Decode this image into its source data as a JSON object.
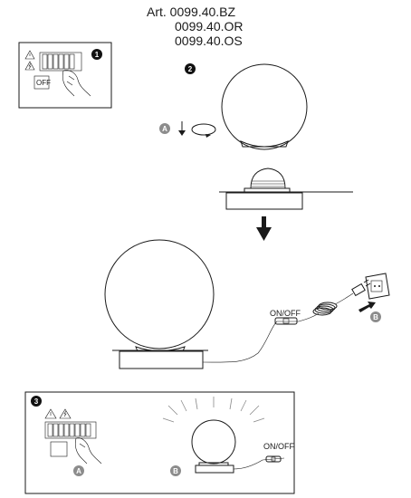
{
  "article": {
    "line1": "Art. 0099.40.BZ",
    "line2": "0099.40.OR",
    "line3": "0099.40.OS"
  },
  "steps": {
    "s1": "1",
    "s2": "2",
    "s3": "3"
  },
  "markers": {
    "a": "A",
    "b": "B"
  },
  "switch_label": "ON/OFF",
  "switch_label_step3": "ON/OFF",
  "breaker_tag": "OFF",
  "colors": {
    "line": "#1a1a1a",
    "marker": "#8c8c8c",
    "white": "#ffffff"
  },
  "icons": [
    "warning-icon",
    "lightning-icon",
    "down-arrow-icon",
    "rotate-icon",
    "plug-icon",
    "socket-icon",
    "hand-icon"
  ]
}
